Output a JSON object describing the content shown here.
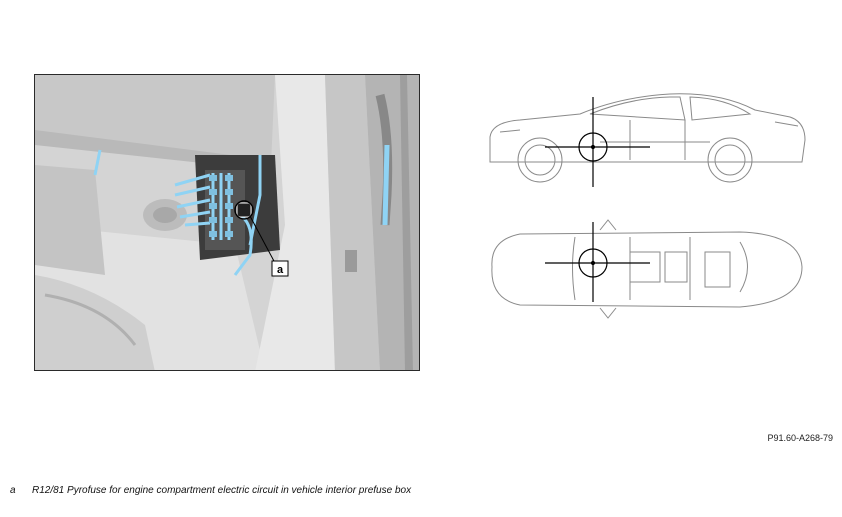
{
  "photo": {
    "callout_letter": "a",
    "icons": [
      "fuse-box-photo",
      "callout-marker"
    ],
    "highlight_color": "#8fd3f4"
  },
  "car_diagram": {
    "views": [
      "side-view",
      "top-view"
    ],
    "marker_icon": "crosshair-locator"
  },
  "figure_id": "P91.60-A268-79",
  "legend": {
    "key": "a",
    "text": "R12/81 Pyrofuse for engine compartment electric circuit in vehicle interior prefuse box"
  }
}
